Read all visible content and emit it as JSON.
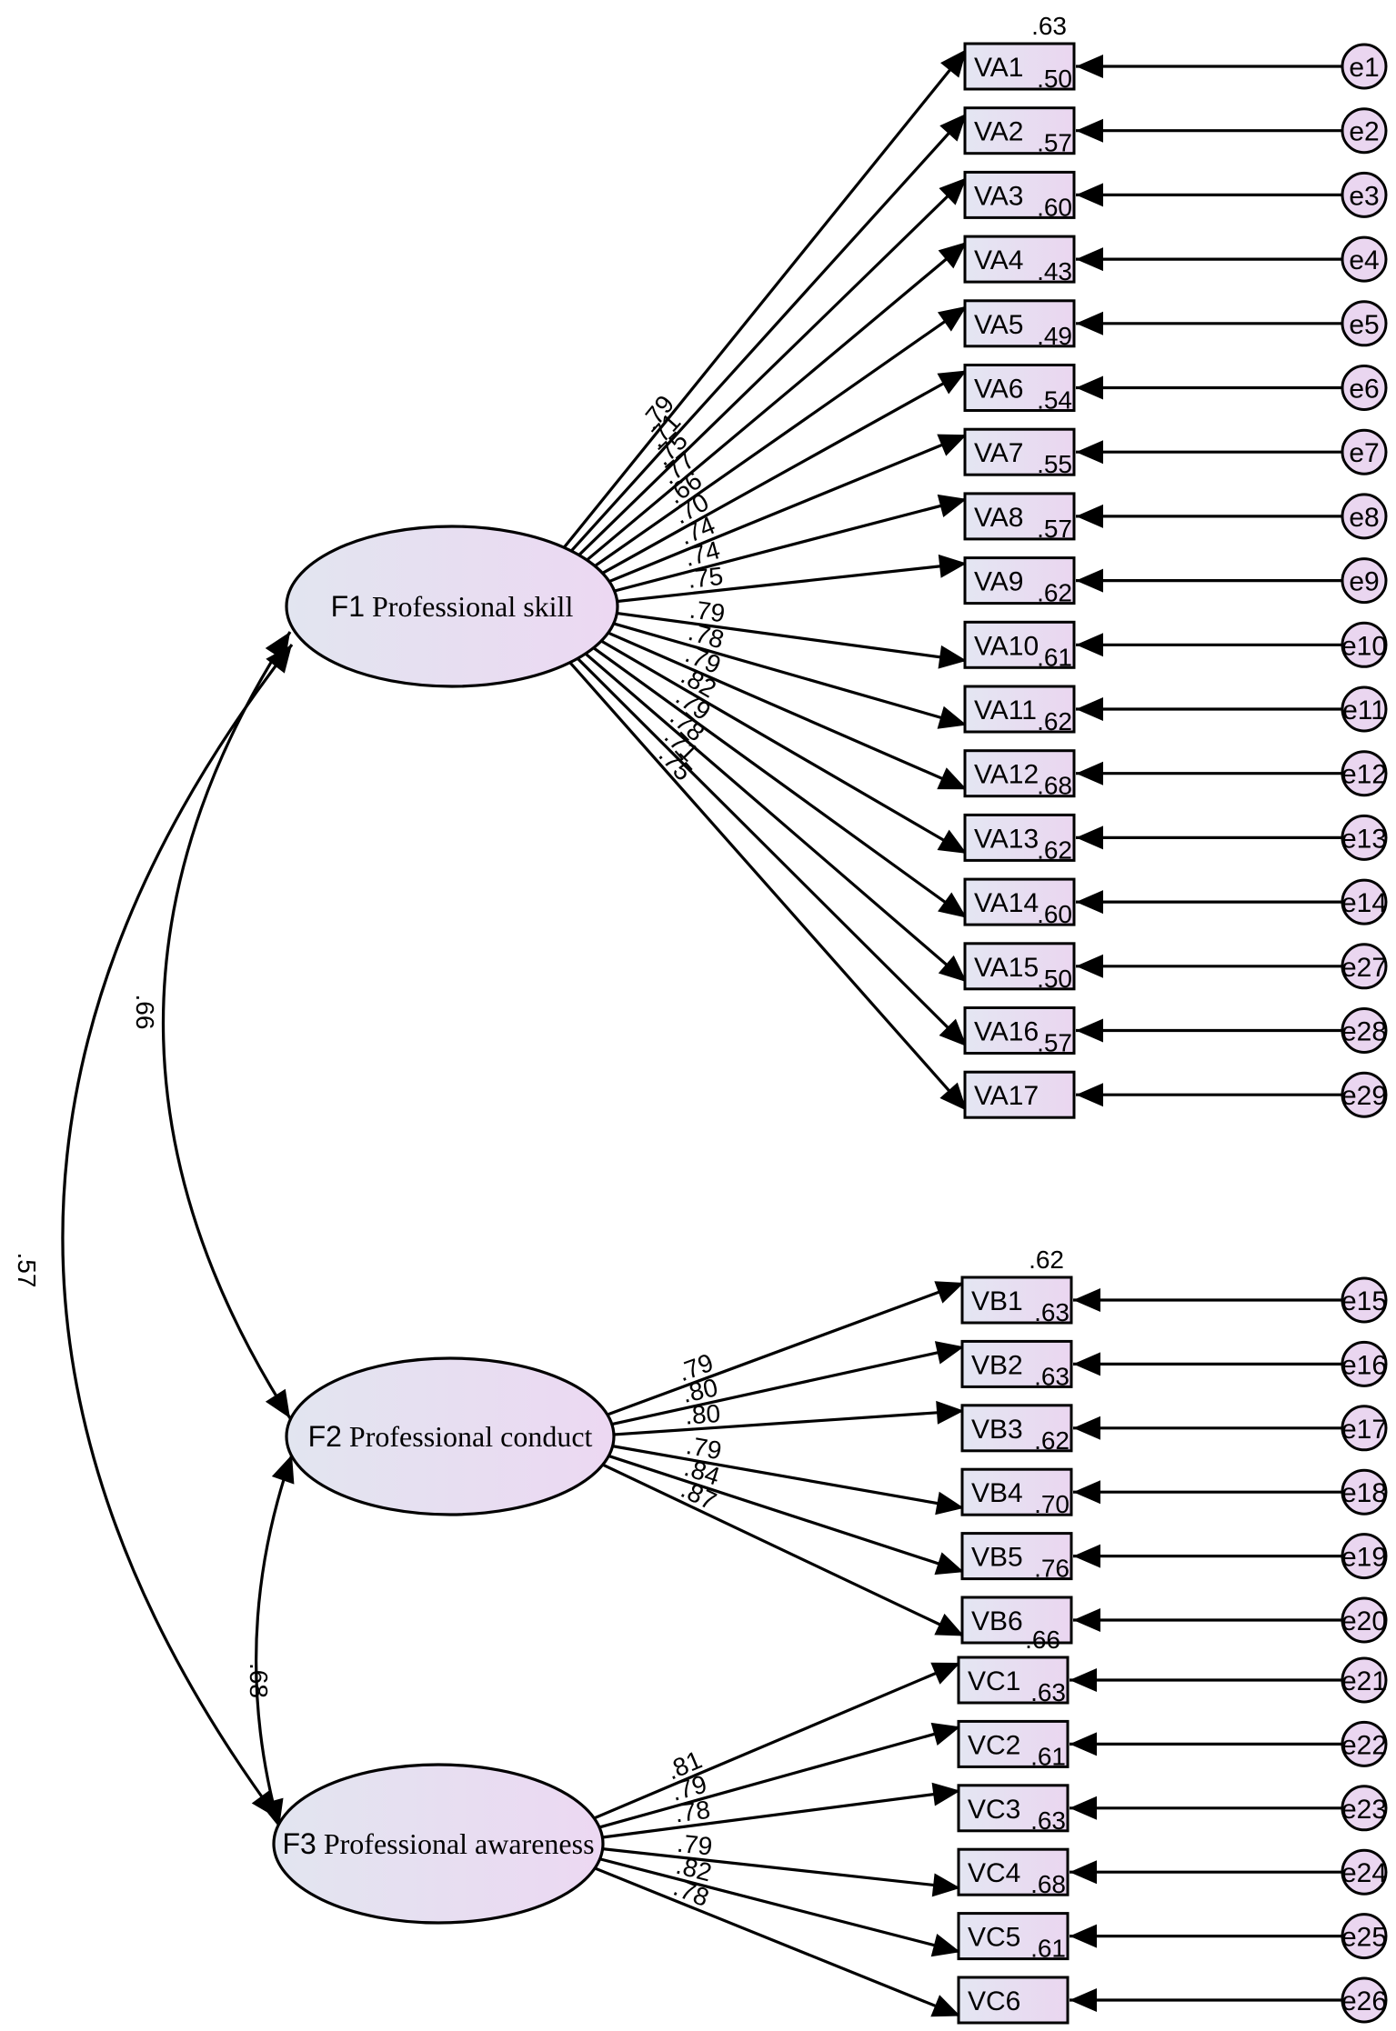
{
  "factors": [
    {
      "id": "F1",
      "name": "Professional skill",
      "indicators": [
        {
          "name": "VA1",
          "loading": ".79",
          "r2": ".63",
          "r2b": ".50",
          "error": "e1"
        },
        {
          "name": "VA2",
          "loading": ".71",
          "r2": ".57",
          "error": "e2"
        },
        {
          "name": "VA3",
          "loading": ".75",
          "r2": ".60",
          "error": "e3"
        },
        {
          "name": "VA4",
          "loading": ".77",
          "r2": ".43",
          "error": "e4"
        },
        {
          "name": "VA5",
          "loading": ".66",
          "r2": ".49",
          "error": "e5"
        },
        {
          "name": "VA6",
          "loading": ".70",
          "r2": ".54",
          "error": "e6"
        },
        {
          "name": "VA7",
          "loading": ".74",
          "r2": ".55",
          "error": "e7"
        },
        {
          "name": "VA8",
          "loading": ".74",
          "r2": ".57",
          "error": "e8"
        },
        {
          "name": "VA9",
          "loading": ".75",
          "r2": ".62",
          "error": "e9"
        },
        {
          "name": "VA10",
          "loading": ".79",
          "r2": ".61",
          "error": "e10"
        },
        {
          "name": "VA11",
          "loading": ".78",
          "r2": ".62",
          "error": "e11"
        },
        {
          "name": "VA12",
          "loading": ".79",
          "r2": ".68",
          "error": "e12"
        },
        {
          "name": "VA13",
          "loading": ".82",
          "r2": ".62",
          "error": "e13"
        },
        {
          "name": "VA14",
          "loading": ".79",
          "r2": ".60",
          "error": "e14"
        },
        {
          "name": "VA15",
          "loading": ".78",
          "r2": ".50",
          "error": "e27"
        },
        {
          "name": "VA16",
          "loading": ".71",
          "r2": ".57",
          "error": "e28"
        },
        {
          "name": "VA17",
          "loading": ".75",
          "r2": "",
          "error": "e29"
        }
      ]
    },
    {
      "id": "F2",
      "name": "Professional conduct",
      "indicators": [
        {
          "name": "VB1",
          "loading": ".79",
          "r2": ".62",
          "r2b": ".63",
          "error": "e15"
        },
        {
          "name": "VB2",
          "loading": ".80",
          "r2": ".63",
          "error": "e16"
        },
        {
          "name": "VB3",
          "loading": ".80",
          "r2": ".62",
          "error": "e17"
        },
        {
          "name": "VB4",
          "loading": ".79",
          "r2": ".70",
          "error": "e18"
        },
        {
          "name": "VB5",
          "loading": ".84",
          "r2": ".76",
          "error": "e19"
        },
        {
          "name": "VB6",
          "loading": ".87",
          "r2": "",
          "error": "e20"
        }
      ]
    },
    {
      "id": "F3",
      "name": "Professional awareness",
      "indicators": [
        {
          "name": "VC1",
          "loading": ".81",
          "r2": ".66",
          "r2b": ".63",
          "error": "e21"
        },
        {
          "name": "VC2",
          "loading": ".79",
          "r2": ".61",
          "error": "e22"
        },
        {
          "name": "VC3",
          "loading": ".78",
          "r2": ".63",
          "error": "e23"
        },
        {
          "name": "VC4",
          "loading": ".79",
          "r2": ".68",
          "error": "e24"
        },
        {
          "name": "VC5",
          "loading": ".82",
          "r2": ".61",
          "error": "e25"
        },
        {
          "name": "VC6",
          "loading": ".78",
          "r2": "",
          "error": "e26"
        }
      ]
    }
  ],
  "correlations": [
    {
      "from": "F1",
      "to": "F2",
      "value": ".66"
    },
    {
      "from": "F1",
      "to": "F3",
      "value": ".57"
    },
    {
      "from": "F2",
      "to": "F3",
      "value": ".68"
    }
  ],
  "colors": {
    "fill_left": "#e4e6f2",
    "fill_right": "#ead6f0",
    "stroke": "#000000"
  }
}
